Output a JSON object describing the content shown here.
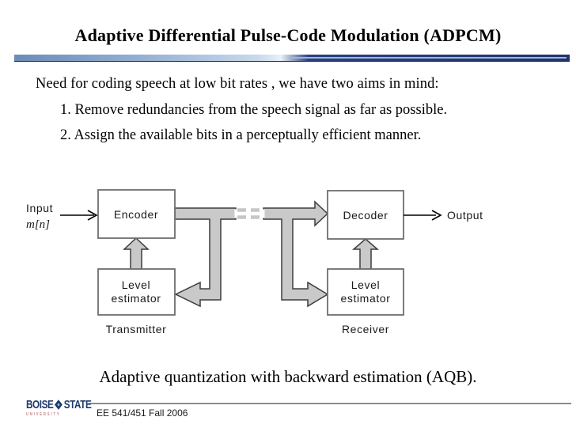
{
  "slide": {
    "title": "Adaptive Differential Pulse-Code Modulation (ADPCM)",
    "intro": "Need for coding speech at low bit rates , we have two aims in mind:",
    "points": [
      "1. Remove redundancies from the speech signal as far as possible.",
      "2. Assign the available bits in a perceptually efficient manner."
    ],
    "caption": "Adaptive quantization with backward estimation (AQB)."
  },
  "diagram": {
    "input_label": "Input",
    "input_signal": "m[n]",
    "encoder_label": "Encoder",
    "decoder_label": "Decoder",
    "level_estimator_line1": "Level",
    "level_estimator_line2": "estimator",
    "transmitter_label": "Transmitter",
    "receiver_label": "Receiver",
    "output_label": "Output"
  },
  "footer": {
    "logo_word1": "BOISE",
    "logo_word2": "STATE",
    "logo_sub": "UNIVERSITY",
    "course": "EE 541/451 Fall 2006"
  },
  "colors": {
    "divider_left_blue": "#6b8cb8",
    "divider_right_navy": "#20336a",
    "pipe_fill": "#c9c9c9",
    "pipe_stroke": "#3d3d3d",
    "box_border": "#6e6e6e",
    "footer_rule_gray": "#8c8c8c",
    "logo_navy": "#1e3a6b"
  }
}
